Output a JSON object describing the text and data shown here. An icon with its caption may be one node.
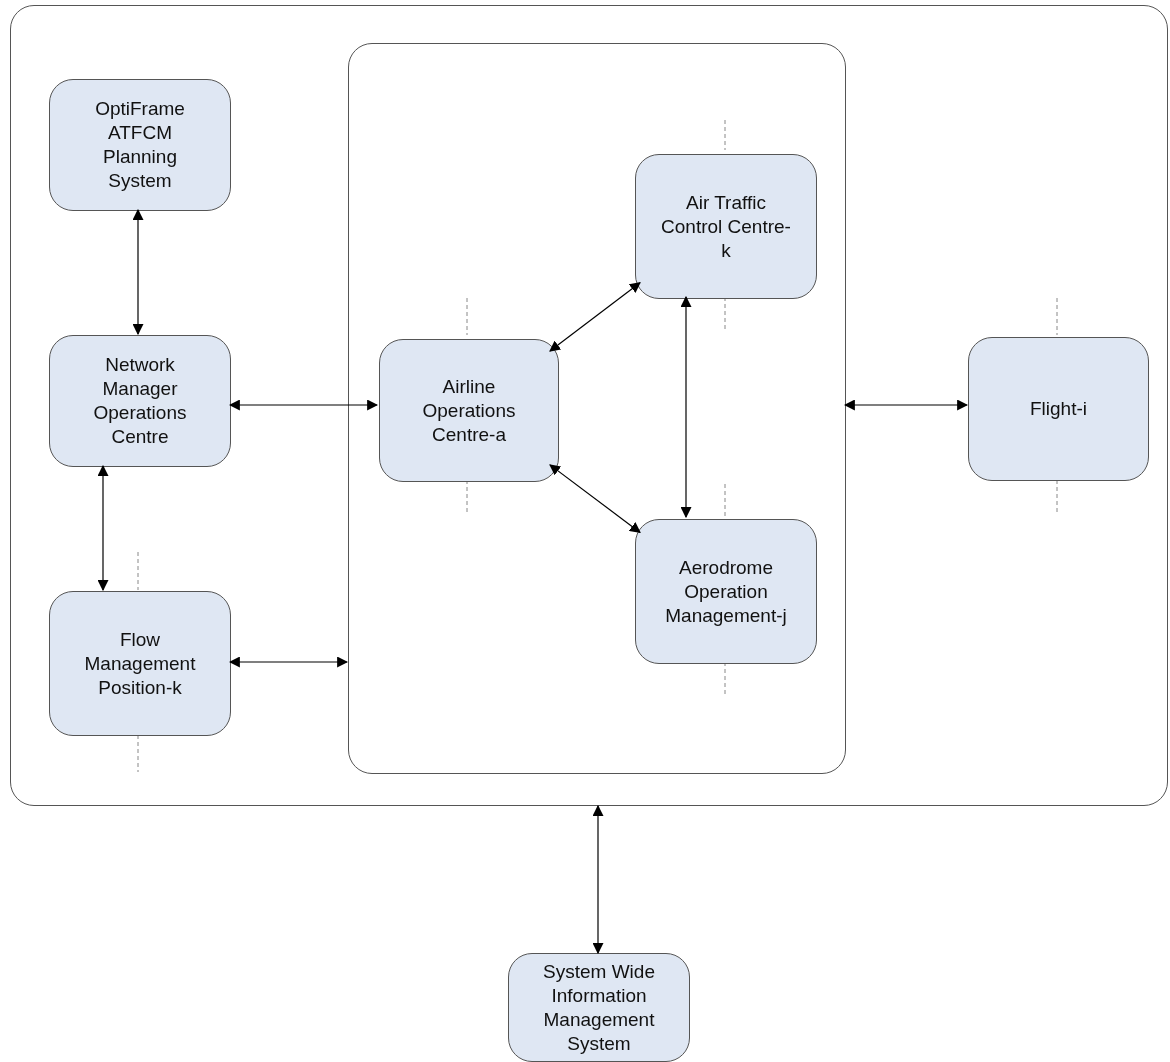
{
  "diagram": {
    "nodes": [
      {
        "text": [],
        "shape": "box"
      },
      {
        "text": [
          "OptiFrame ATFCM Planning System"
        ],
        "in": 0
      },
      {
        "text": [
          "Network Manager Operations Centre"
        ],
        "in": 0
      },
      {
        "text": [
          "Flow Management Position-k"
        ],
        "in": 0
      },
      {
        "text": [],
        "shape": "box",
        "in": 0
      },
      {
        "text": [
          "Airline Operations Centre-a"
        ],
        "in": 4
      },
      {
        "text": [
          "Air Traffic Control Centre-k"
        ],
        "in": 4
      },
      {
        "text": [
          "Aerodrome Operation Management-j"
        ],
        "in": 4
      },
      {
        "text": [
          "Flight-i"
        ],
        "in": 0
      },
      {
        "text": [
          "System Wide Information Management System"
        ]
      }
    ],
    "edges": [
      {
        "from": 1,
        "to": 2,
        "arrow": "both"
      },
      {
        "from": 2,
        "to": 5,
        "arrow": "both"
      },
      {
        "from": 5,
        "to": 6,
        "arrow": "both"
      },
      {
        "from": 6,
        "to": 7,
        "arrow": "both"
      },
      {
        "from": 5,
        "to": 7,
        "arrow": "both"
      },
      {
        "from": 2,
        "to": 3,
        "arrow": "both"
      },
      {
        "from": 3,
        "to": 4,
        "arrow": "both"
      },
      {
        "from": 4,
        "to": 8,
        "arrow": "both"
      },
      {
        "from": 0,
        "to": 9,
        "arrow": "both"
      }
    ]
  }
}
